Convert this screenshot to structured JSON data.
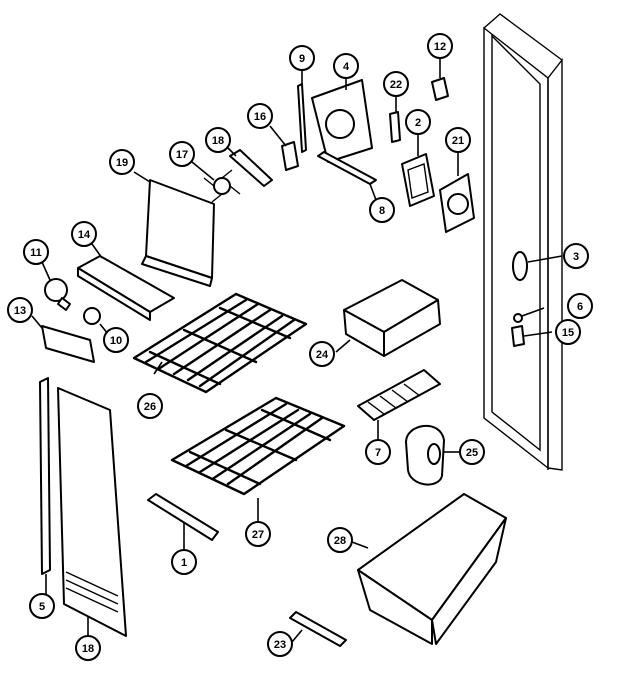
{
  "callouts": {
    "c9": "9",
    "c4": "4",
    "c22": "22",
    "c12": "12",
    "c16": "16",
    "c2": "2",
    "c21": "21",
    "c18a": "18",
    "c17": "17",
    "c19": "19",
    "c8": "8",
    "c14": "14",
    "c11": "11",
    "c3": "3",
    "c6": "6",
    "c15": "15",
    "c13": "13",
    "c10": "10",
    "c24": "24",
    "c26": "26",
    "c7": "7",
    "c25": "25",
    "c27": "27",
    "c28": "28",
    "c1": "1",
    "c5": "5",
    "c18b": "18",
    "c23": "23"
  },
  "colors": {
    "ink": "#000000",
    "paper": "#ffffff"
  }
}
